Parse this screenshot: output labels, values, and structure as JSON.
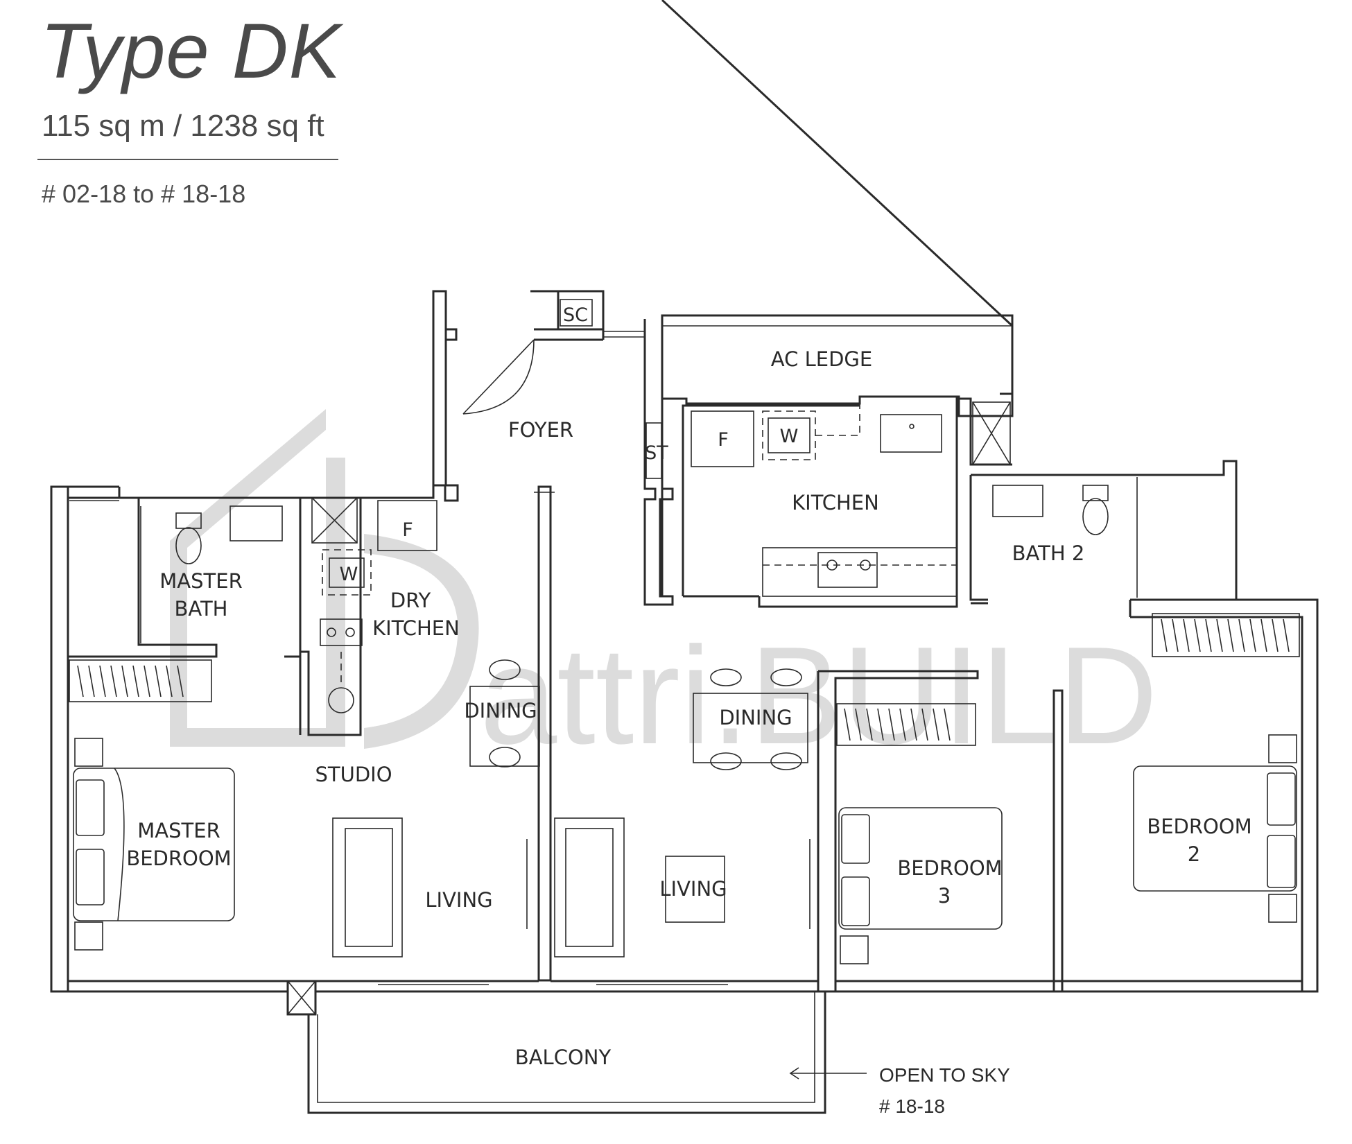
{
  "header": {
    "title": "Type DK",
    "area": "115 sq m / 1238 sq ft",
    "units": "# 02-18 to # 18-18"
  },
  "rooms": {
    "ac_ledge": "AC  LEDGE",
    "foyer": "FOYER",
    "sc": "SC",
    "st": "ST",
    "kitchen": "KITCHEN",
    "kitchen_fridge": "F",
    "kitchen_washer": "W",
    "bath2": "BATH  2",
    "master_bath_line1": "MASTER",
    "master_bath_line2": "BATH",
    "dry_kitchen_fridge": "F",
    "dry_kitchen_washer": "W",
    "dry_kitchen_line1": "DRY",
    "dry_kitchen_line2": "KITCHEN",
    "dining_studio": "DINING",
    "dining_main": "DINING",
    "studio": "STUDIO",
    "master_bedroom_line1": "MASTER",
    "master_bedroom_line2": "BEDROOM",
    "living_studio": "LIVING",
    "living_main": "LIVING",
    "bedroom3_line1": "BEDROOM",
    "bedroom3_line2": "3",
    "bedroom2_line1": "BEDROOM",
    "bedroom2_line2": "2",
    "balcony": "BALCONY"
  },
  "notes": {
    "open_to_sky": "OPEN TO SKY",
    "open_to_sky_unit": "# 18-18"
  },
  "watermark": {
    "text": "attri.BUILD"
  },
  "colors": {
    "linework": "#2a2a2a",
    "watermark": "#dcdcdc",
    "heading": "#4a4a4a"
  }
}
